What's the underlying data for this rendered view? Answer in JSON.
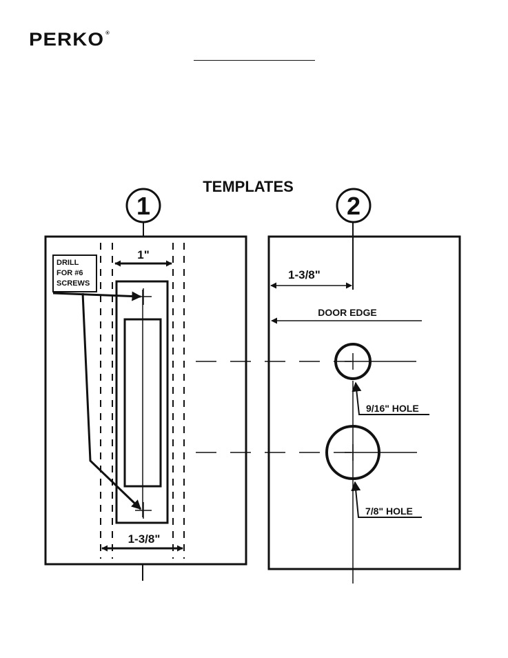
{
  "brand": {
    "name": "PERKO",
    "mark": "®"
  },
  "heading": "TEMPLATES",
  "template_1": {
    "number": "1",
    "top_dim": "1\"",
    "bottom_dim": "1-3/8\"",
    "note_lines": [
      "DRILL",
      "FOR #6",
      "SCREWS"
    ]
  },
  "template_2": {
    "number": "2",
    "offset_dim": "1-3/8\"",
    "door_edge": "DOOR EDGE",
    "small_hole": "9/16\" HOLE",
    "large_hole": "7/8\" HOLE"
  },
  "colors": {
    "ink": "#111111",
    "paper": "#ffffff"
  }
}
